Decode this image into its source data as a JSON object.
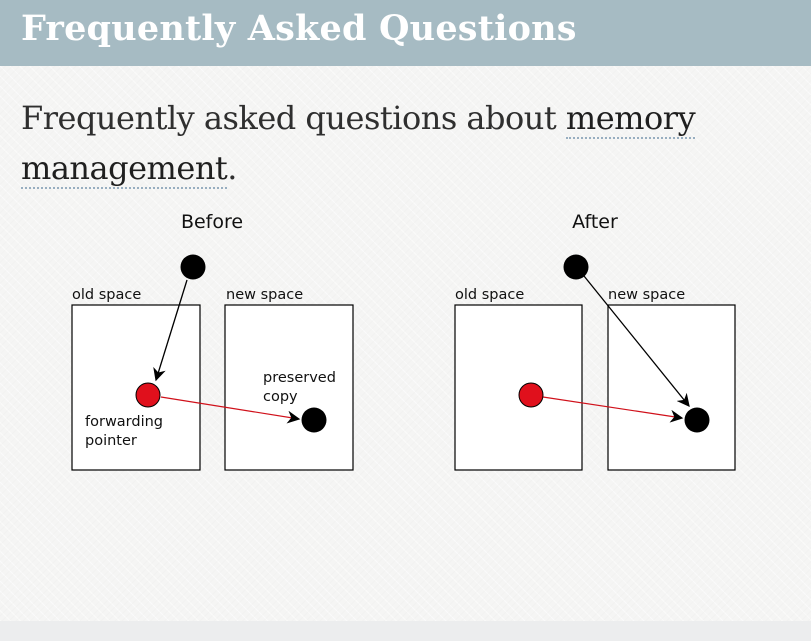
{
  "header": {
    "title": "Frequently Asked Questions"
  },
  "intro": {
    "text_before": "Frequently asked questions about ",
    "link_line1": "memory",
    "link_line2": "management",
    "text_after": "."
  },
  "diagram": {
    "before": {
      "title": "Before",
      "old_space_label": "old space",
      "new_space_label": "new space",
      "forwarding_label_line1": "forwarding",
      "forwarding_label_line2": "pointer",
      "preserved_label_line1": "preserved",
      "preserved_label_line2": "copy"
    },
    "after": {
      "title": "After",
      "old_space_label": "old space",
      "new_space_label": "new space"
    },
    "colors": {
      "forwarding_object": "#e0101c",
      "object": "#000000",
      "forward_arrow": "#d0101a",
      "reference_arrow": "#000000",
      "header_bg": "#a6bbc3"
    }
  }
}
